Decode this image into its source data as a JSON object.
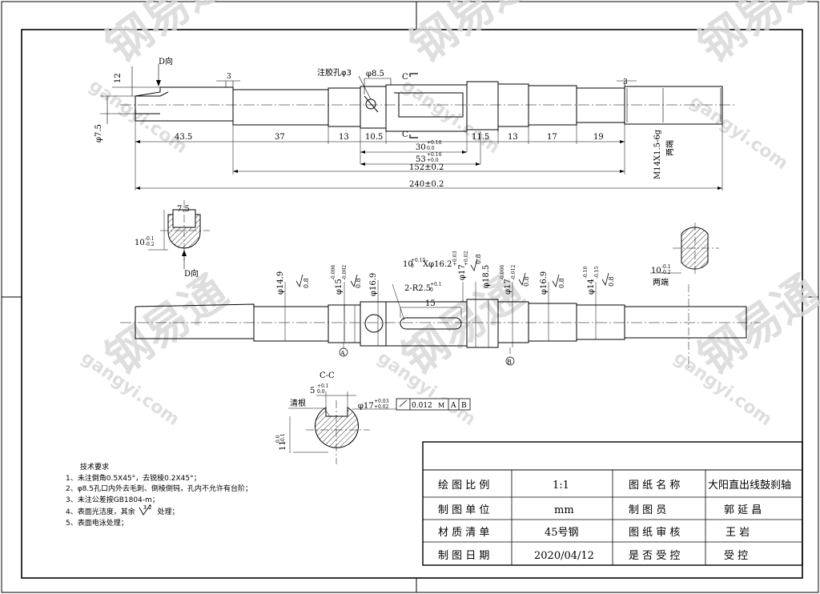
{
  "watermark": {
    "brand": "钢易通",
    "site": "gangyi.com"
  },
  "top_view": {
    "d_view_label": "D向",
    "dims": {
      "d1": "12",
      "d2": "3",
      "d3": "φ7.5",
      "d4": "43.5",
      "d5": "37",
      "d6": "13",
      "d7": "10.5",
      "d8": "11.5",
      "d9": "13",
      "d10": "17",
      "d11": "19",
      "d12": "30",
      "d12_tol_up": "+0.10",
      "d12_tol_dn": "0.0",
      "d13": "53",
      "d13_tol_up": "+0.10",
      "d13_tol_dn": "+0.0",
      "d14": "152±0.2",
      "d15": "240±0.2",
      "d16": "3",
      "hole_label": "注胶孔φ3",
      "hole_dia": "φ8.5",
      "section_c": "C",
      "thread": "M14X1.5-6g",
      "both_ends": "两端"
    }
  },
  "d_view": {
    "width": "7.5",
    "dim": "10",
    "tol_up": "-0.1",
    "tol_dn": "-0.2",
    "label": "D向"
  },
  "end_view": {
    "dim": "10",
    "tol_up": "-0.1",
    "tol_dn": "-0.2",
    "label": "两端"
  },
  "main_view": {
    "labels": {
      "d1": "φ14.9",
      "r1": "0.8",
      "d2": "φ15",
      "d2_tol_up": "-0.006",
      "d2_tol_dn": "-0.002",
      "r2": "0.8",
      "d3": "φ16.9",
      "slot": "10",
      "slot_up": "+0.15",
      "slot_dn": "0",
      "slot_d": "Xφ16.2",
      "d4": "φ17",
      "d4_tol_up": "+0.03",
      "d4_tol_dn": "+0.02",
      "r4": "0.8",
      "d5": "φ18.5",
      "d6": "φ17",
      "d6_tol_up": "-0.006",
      "d6_tol_dn": "-0.012",
      "r6": "0.8",
      "d7": "φ16.9",
      "r7": "0.8",
      "d8": "φ14",
      "d8_tol_up": "-0.10",
      "d8_tol_dn": "-0.15",
      "r8": "0.8",
      "keyway": "2-R2.5",
      "keyway_up": "+0.1",
      "keyway_dn": "0",
      "keyway_len": "15",
      "datum_a": "A",
      "datum_b": "B"
    }
  },
  "section_cc": {
    "title": "C-C",
    "clear": "清根",
    "depth": "5",
    "depth_up": "+0.1",
    "depth_dn": "0.0",
    "width": "11",
    "width_up": "0.0",
    "width_dn": "-0.1",
    "dia": "φ17",
    "dia_up": "+0.03",
    "dia_dn": "+0.02",
    "runout": "0.012",
    "mod": "M",
    "datum_a": "A",
    "datum_b": "B"
  },
  "notes": {
    "title": "技术要求",
    "items": [
      "1、未注倒角0.5X45°，去锐棱0.2X45°；",
      "2、φ8.5孔口内外去毛刺、倒棱倒钝，孔内不允许有台阶；",
      "3、未注公差按GB1804-m；",
      "4、表面光洁度，其余",
      "5、表面电泳处理；"
    ],
    "roughness": "3.2",
    "item4_suffix": "处理；"
  },
  "title_block": {
    "rows": [
      {
        "k1": "绘 图 比 例",
        "v1": "1:1",
        "k2": "图 纸 名 称",
        "v2": "大阳直出线鼓刹轴"
      },
      {
        "k1": "制 图 单 位",
        "v1": "mm",
        "k2": "制 图 员",
        "v2": "郭 延 昌"
      },
      {
        "k1": "材 质 清 单",
        "v1": "45号钢",
        "k2": "图 纸 审 核",
        "v2": "王 岩"
      },
      {
        "k1": "制 图 日 期",
        "v1": "2020/04/12",
        "k2": "是 否 受 控",
        "v2": "受 控"
      }
    ]
  }
}
